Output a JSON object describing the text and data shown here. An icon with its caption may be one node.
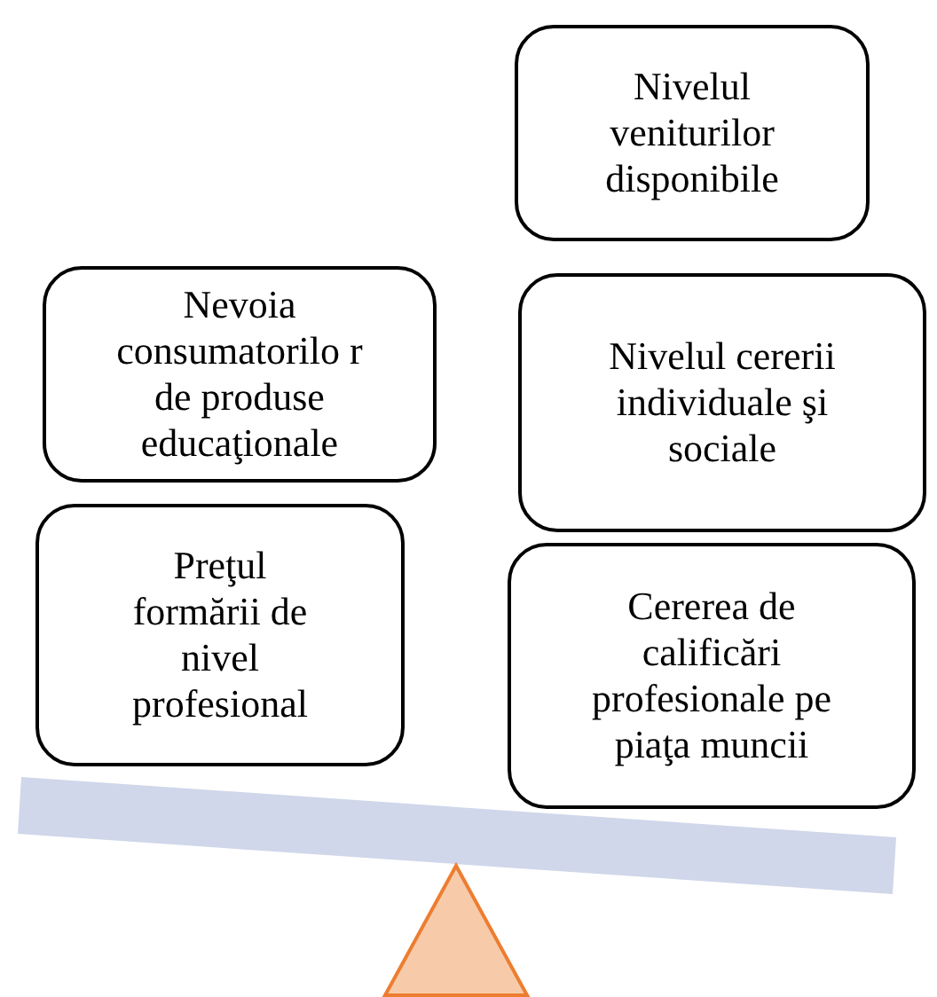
{
  "diagram": {
    "nodes": [
      {
        "text": [
          "Nivelul veniturilor disponibile"
        ]
      },
      {
        "text": [
          "Nevoia consumatorilo r de produse educaţionale"
        ]
      },
      {
        "text": [
          "Nivelul cererii individuale şi sociale"
        ]
      },
      {
        "text": [
          "Preţul formării de nivel profesional"
        ]
      },
      {
        "text": [
          "Cererea de calificări profesionale pe piaţa muncii"
        ]
      }
    ]
  }
}
